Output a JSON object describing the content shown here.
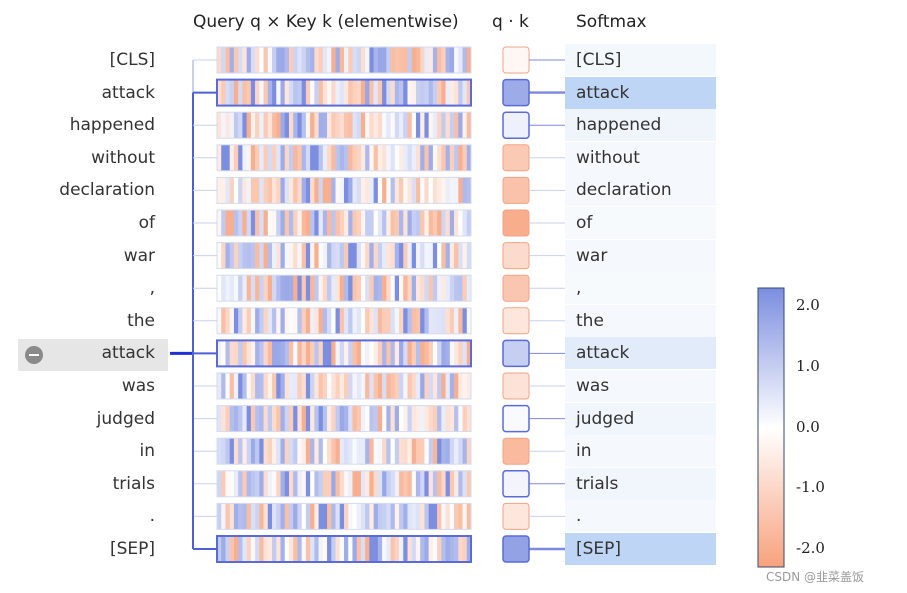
{
  "headers": {
    "products": "Query q × Key k (elementwise)",
    "dot": "q · k",
    "softmax": "Softmax"
  },
  "tokens": [
    "[CLS]",
    "attack",
    "happened",
    "without",
    "declaration",
    "of",
    "war",
    ",",
    "the",
    "attack",
    "was",
    "judged",
    "in",
    "trials",
    ".",
    "[SEP]"
  ],
  "selected_token_index": 9,
  "dot_products": [
    -0.2,
    1.7,
    0.3,
    -1.3,
    -1.5,
    -2.0,
    -0.9,
    -1.4,
    -0.6,
    1.0,
    -0.7,
    0.1,
    -1.7,
    0.2,
    -0.6,
    1.9
  ],
  "softmax_weights": [
    0.02,
    0.3,
    0.04,
    0.01,
    0.01,
    0.0,
    0.01,
    0.0,
    0.01,
    0.12,
    0.01,
    0.03,
    0.01,
    0.03,
    0.01,
    0.3
  ],
  "colorbar": {
    "ticks": [
      "2.0",
      "1.0",
      "0.0",
      "-1.0",
      "-2.0"
    ],
    "min": -2.3,
    "max": 2.3
  },
  "colors": {
    "positive": "#7b8ee0",
    "negative": "#f7a27c",
    "neutral": "#ffffff",
    "highlight": "#5a6bd8",
    "softmax_bg": "#bfd5f5"
  },
  "watermark": "CSDN @韭菜盖饭"
}
